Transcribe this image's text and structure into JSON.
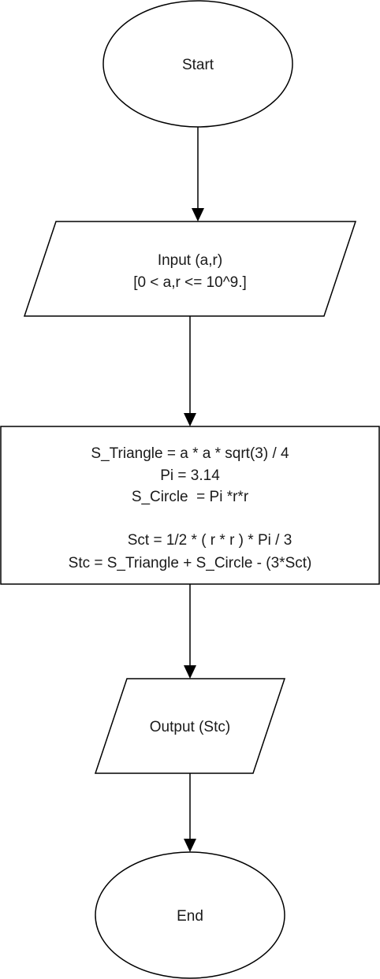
{
  "flowchart": {
    "nodes": {
      "start": {
        "type": "terminator",
        "text": "Start"
      },
      "input": {
        "type": "input-output",
        "lines": [
          "Input (a,r)",
          "[0 < a,r <= 10^9.]"
        ]
      },
      "process": {
        "type": "process",
        "lines": [
          "S_Triangle = a * a * sqrt(3) / 4",
          "Pi = 3.14",
          "S_Circle  = Pi *r*r",
          "",
          "   Sct = 1/2 * ( r * r ) * Pi / 3",
          "Stc = S_Triangle + S_Circle - (3*Sct)"
        ]
      },
      "output": {
        "type": "input-output",
        "text": "Output (Stc)"
      },
      "end": {
        "type": "terminator",
        "text": "End"
      }
    },
    "edges": [
      {
        "from": "start",
        "to": "input"
      },
      {
        "from": "input",
        "to": "process"
      },
      {
        "from": "process",
        "to": "output"
      },
      {
        "from": "output",
        "to": "end"
      }
    ],
    "colors": {
      "stroke": "#000000",
      "fill": "#ffffff",
      "text": "#1a1a1a"
    }
  }
}
